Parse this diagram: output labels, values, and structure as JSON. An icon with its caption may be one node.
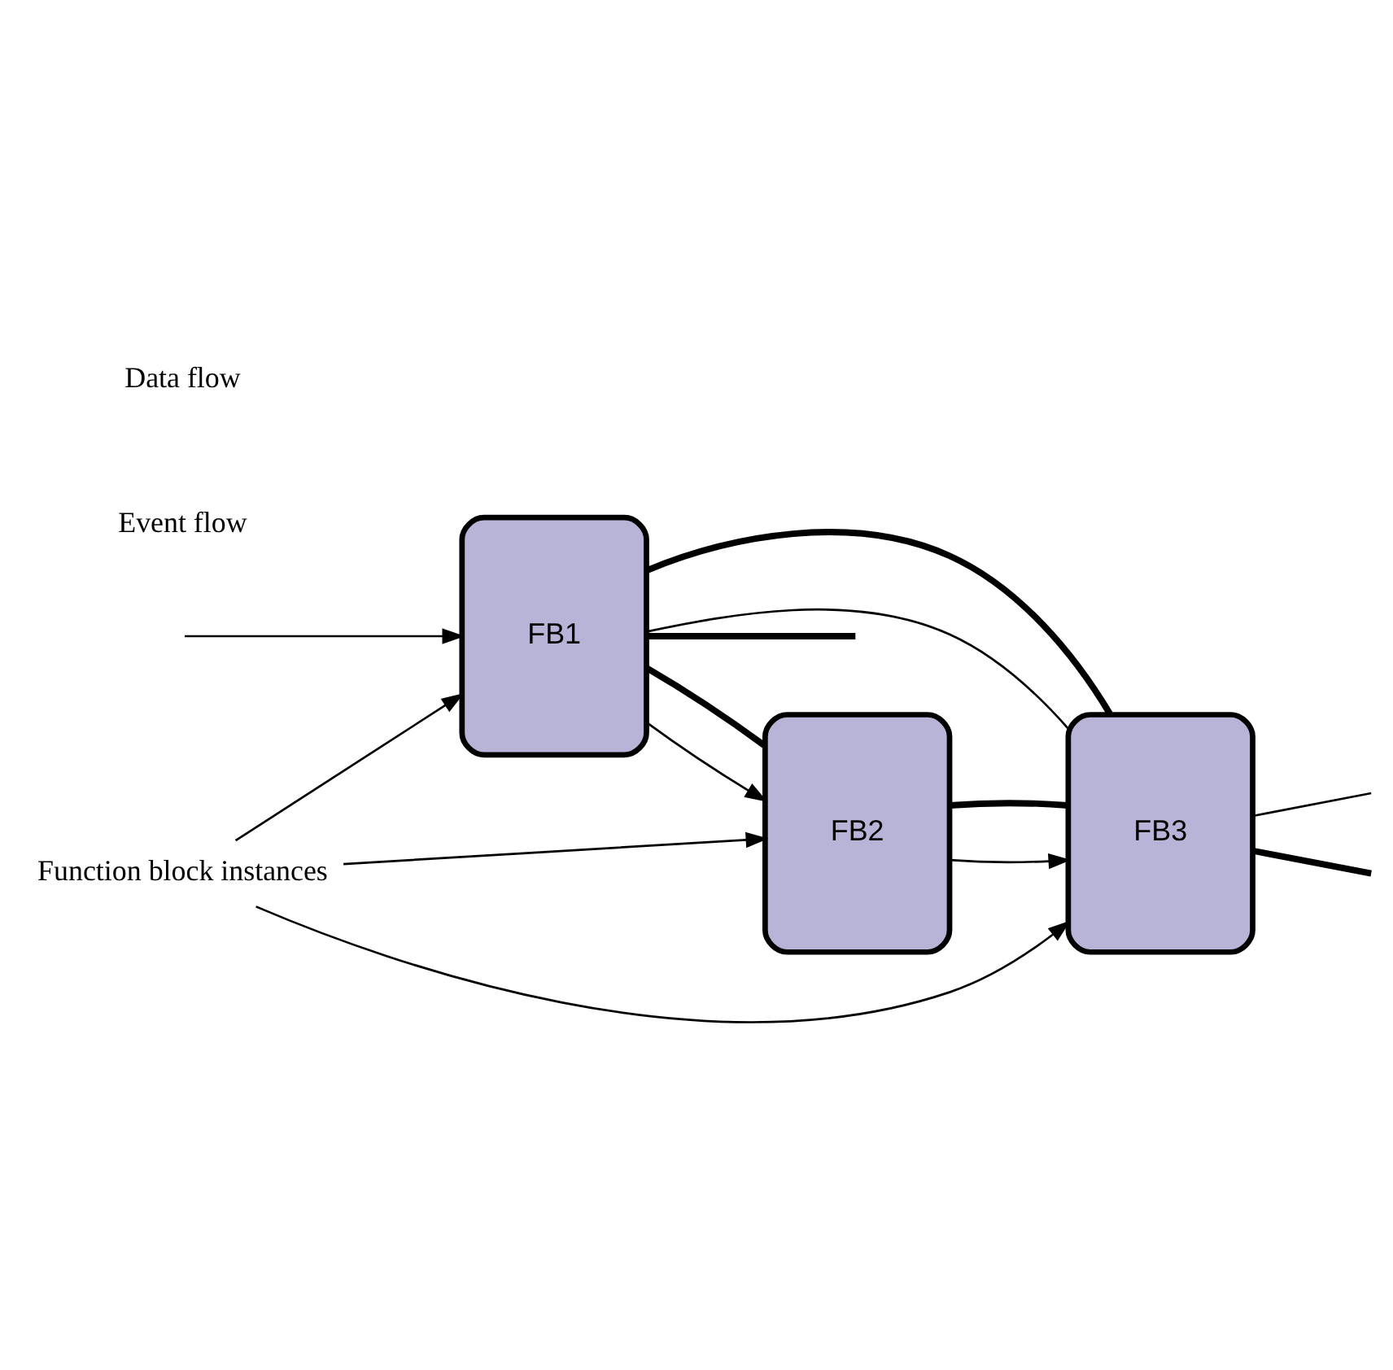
{
  "diagram": {
    "nodes": [
      {
        "text": [
          "Function block instances"
        ]
      },
      {
        "text": [
          "FB1"
        ]
      },
      {
        "text": [
          "FB2"
        ]
      },
      {
        "text": [
          "FB3"
        ]
      }
    ],
    "edges": [
      {
        "from": 0,
        "to": 1,
        "arrow": "to"
      },
      {
        "from": 0,
        "to": 2,
        "arrow": "to"
      },
      {
        "from": 0,
        "to": 3,
        "arrow": "to"
      },
      {
        "from": null,
        "to": 1,
        "arrow": "to"
      },
      {
        "from": 1,
        "to": 2,
        "arrow": "to"
      },
      {
        "from": 2,
        "to": 3,
        "arrow": "to"
      },
      {
        "from": 1,
        "to": 3,
        "arrow": "none"
      },
      {
        "from": 3,
        "to": null,
        "arrow": "none"
      },
      {
        "from": 1,
        "to": 2,
        "arrow": "none",
        "style": "thick"
      },
      {
        "from": 2,
        "to": 3,
        "arrow": "none",
        "style": "thick"
      },
      {
        "from": 1,
        "to": 3,
        "arrow": "none",
        "style": "thick"
      },
      {
        "from": 3,
        "to": null,
        "arrow": "none",
        "style": "thick"
      },
      {
        "from": 1,
        "to": null,
        "arrow": "none",
        "style": "thick"
      }
    ],
    "labels": [
      "Event flow",
      "Data flow"
    ]
  }
}
